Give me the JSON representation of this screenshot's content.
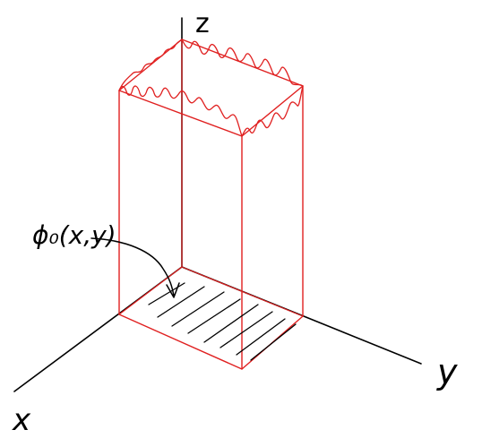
{
  "diagram": {
    "axes": {
      "z_label": "z",
      "y_label": "y",
      "x_label": "x"
    },
    "annotation": {
      "label": "ϕ₀(x,y)"
    },
    "colors": {
      "axes_ink": "#000000",
      "box_ink": "#e02020",
      "background": "#ffffff"
    }
  }
}
